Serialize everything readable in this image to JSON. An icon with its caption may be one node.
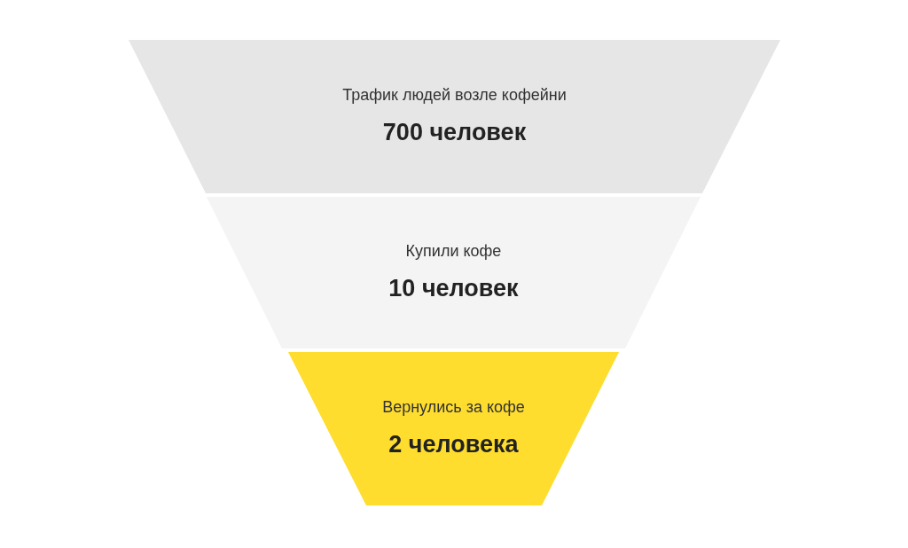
{
  "diagram": {
    "nodes": [
      {
        "text": [
          "Трафик людей возле кофейни",
          "700 человек"
        ]
      },
      {
        "text": [
          "Купили кофе",
          "10 человек"
        ]
      },
      {
        "text": [
          "Вернулись за кофе",
          "2 человека"
        ]
      }
    ]
  }
}
